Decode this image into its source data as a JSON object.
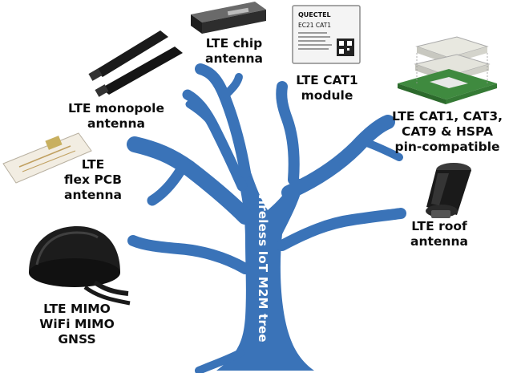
{
  "tree": {
    "label": "Wireless IoT M2M tree",
    "color": "#3a73b8"
  },
  "labels": {
    "chip_antenna": [
      "LTE chip",
      "antenna"
    ],
    "cat1_module": [
      "LTE CAT1",
      "module"
    ],
    "monopole_antenna": [
      "LTE monopole",
      "antenna"
    ],
    "pin_compatible": [
      "LTE CAT1, CAT3,",
      "CAT9 & HSPA",
      "pin-compatible"
    ],
    "flex_pcb_antenna": [
      "LTE",
      "flex PCB",
      "antenna"
    ],
    "roof_antenna": [
      "LTE roof",
      "antenna"
    ],
    "mimo_gnss": [
      "LTE MIMO",
      "WiFi MIMO",
      "GNSS"
    ]
  },
  "product_markings": {
    "module_brand": "QUECTEL",
    "module_model": "EC21 CAT1"
  }
}
